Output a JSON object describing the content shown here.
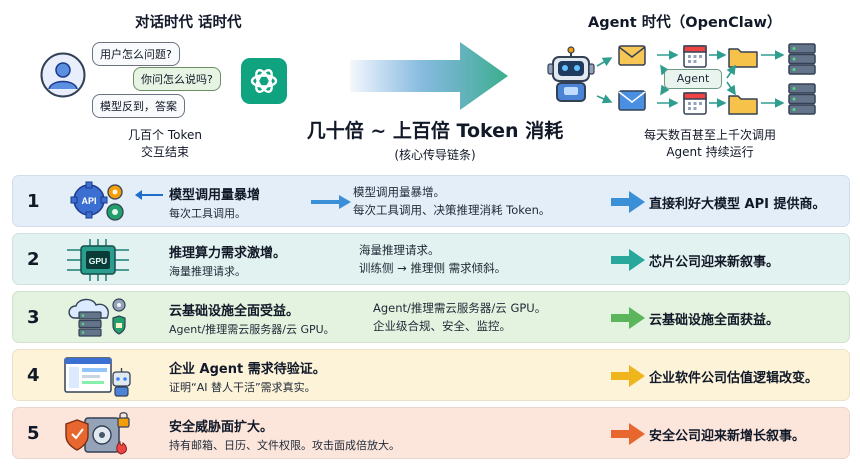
{
  "top": {
    "left_title": "对话时代  话时代",
    "right_title": "Agent 时代（OpenClaw）",
    "bubbles": [
      "用户怎么问题?",
      "你问怎么说吗?",
      "模型反到，答案"
    ],
    "left_caption_1": "几百个 Token",
    "left_caption_2": "交互结束",
    "center_title": "几十倍 ~ 上百倍 Token 消耗",
    "center_sub": "(核心传导链条)",
    "agent_label": "Agent",
    "right_caption_1": "每天数百甚至上千次调用",
    "right_caption_2": "Agent 持续运行"
  },
  "icons": {
    "user": "user-avatar-icon",
    "chatgpt": "chatgpt-logo-icon",
    "robot": "robot-icon",
    "mail": "mail-icon",
    "calendar": "calendar-icon",
    "folder": "folder-icon",
    "server": "server-icon"
  },
  "rows": [
    {
      "num": "1",
      "icon": "api-gears-icon",
      "title": "模型调用量暴增",
      "sub": "每次工具调用。",
      "mid_1": "模型调用量暴增。",
      "mid_2": "每次工具调用、决策推理消耗 Token。",
      "out": "直接利好大模型 API 提供商。",
      "bg": "#e3eef9",
      "arrow": "#3b8fd6"
    },
    {
      "num": "2",
      "icon": "gpu-chip-icon",
      "title": "推理算力需求激增。",
      "sub": "海量推理请求。",
      "mid_1": "海量推理请求。",
      "mid_2": "训练侧 → 推理侧 需求倾斜。",
      "out": "芯片公司迎来新叙事。",
      "bg": "#e2f2f0",
      "arrow": "#2aa79b"
    },
    {
      "num": "3",
      "icon": "cloud-server-lock-icon",
      "title": "云基础设施全面受益。",
      "sub": "Agent/推理需云服务器/云 GPU。",
      "mid_1": "Agent/推理需云服务器/云 GPU。",
      "mid_2": "企业级合规、安全、监控。",
      "out": "云基础设施全面获益。",
      "bg": "#e4f3df",
      "arrow": "#5bb55a"
    },
    {
      "num": "4",
      "icon": "enterprise-dashboard-robot-icon",
      "title": "企业 Agent 需求待验证。",
      "sub": "证明“AI 替人干活”需求真实。",
      "mid_1": "",
      "mid_2": "",
      "out": "企业软件公司估值逻辑改变。",
      "bg": "#fdf3d9",
      "arrow": "#f0b41c"
    },
    {
      "num": "5",
      "icon": "shield-safe-fire-icon",
      "title": "安全威胁面扩大。",
      "sub": "持有邮箱、日历、文件权限。攻击面成倍放大。",
      "mid_1": "",
      "mid_2": "",
      "out": "安全公司迎来新增长叙事。",
      "bg": "#fce6dc",
      "arrow": "#e8672f"
    }
  ]
}
